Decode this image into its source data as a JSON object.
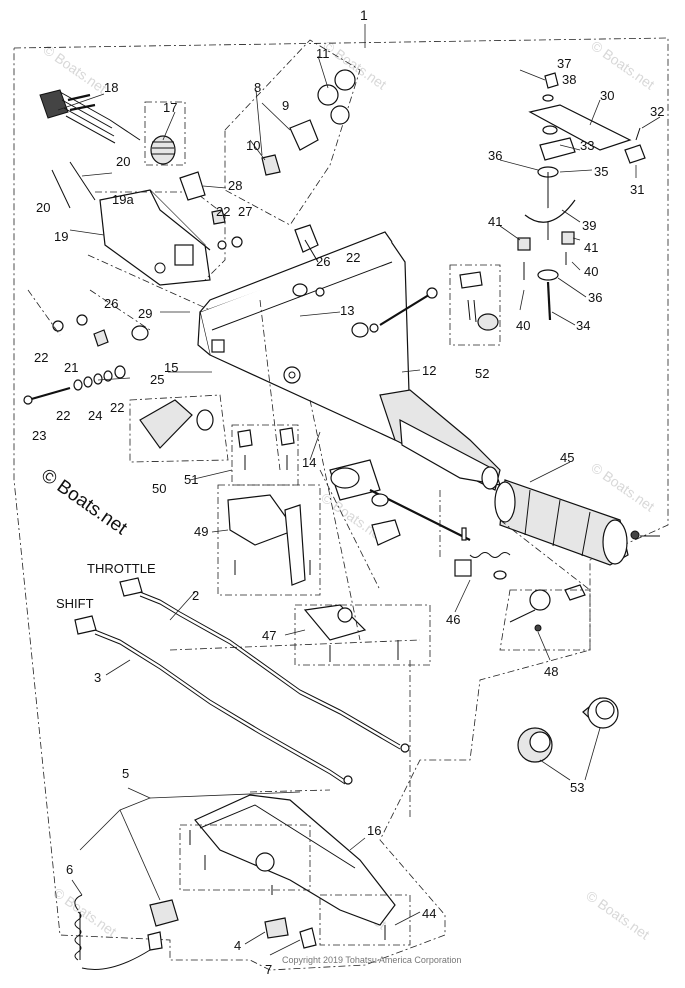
{
  "labels": {
    "l1": "1",
    "l2": "2",
    "l3": "3",
    "l4": "4",
    "l5": "5",
    "l6": "6",
    "l7": "7",
    "l8": "8",
    "l9": "9",
    "l10": "10",
    "l11": "11",
    "l12": "12",
    "l13": "13",
    "l14": "14",
    "l15": "15",
    "l16": "16",
    "l17": "17",
    "l18": "18",
    "l19": "19",
    "l19a": "19a",
    "l20a": "20",
    "l20b": "20",
    "l21": "21",
    "l22a": "22",
    "l22b": "22",
    "l22c": "22",
    "l22d": "22",
    "l22e": "22",
    "l23": "23",
    "l24": "24",
    "l25": "25",
    "l26a": "26",
    "l26b": "26",
    "l27": "27",
    "l28": "28",
    "l29": "29",
    "l30": "30",
    "l31": "31",
    "l32": "32",
    "l33": "33",
    "l34": "34",
    "l35": "35",
    "l36a": "36",
    "l36b": "36",
    "l37": "37",
    "l38": "38",
    "l39": "39",
    "l40a": "40",
    "l40b": "40",
    "l41a": "41",
    "l41b": "41",
    "l44": "44",
    "l45": "45",
    "l46": "46",
    "l47": "47",
    "l48": "48",
    "l49": "49",
    "l50": "50",
    "l51": "51",
    "l52": "52",
    "l53": "53"
  },
  "cable_labels": {
    "throttle": "THROTTLE",
    "shift": "SHIFT"
  },
  "watermark": "© Boats.net",
  "watermark_faint": "© Boats.net",
  "copyright": "Copyright 2019 Tohatsu America Corporation"
}
